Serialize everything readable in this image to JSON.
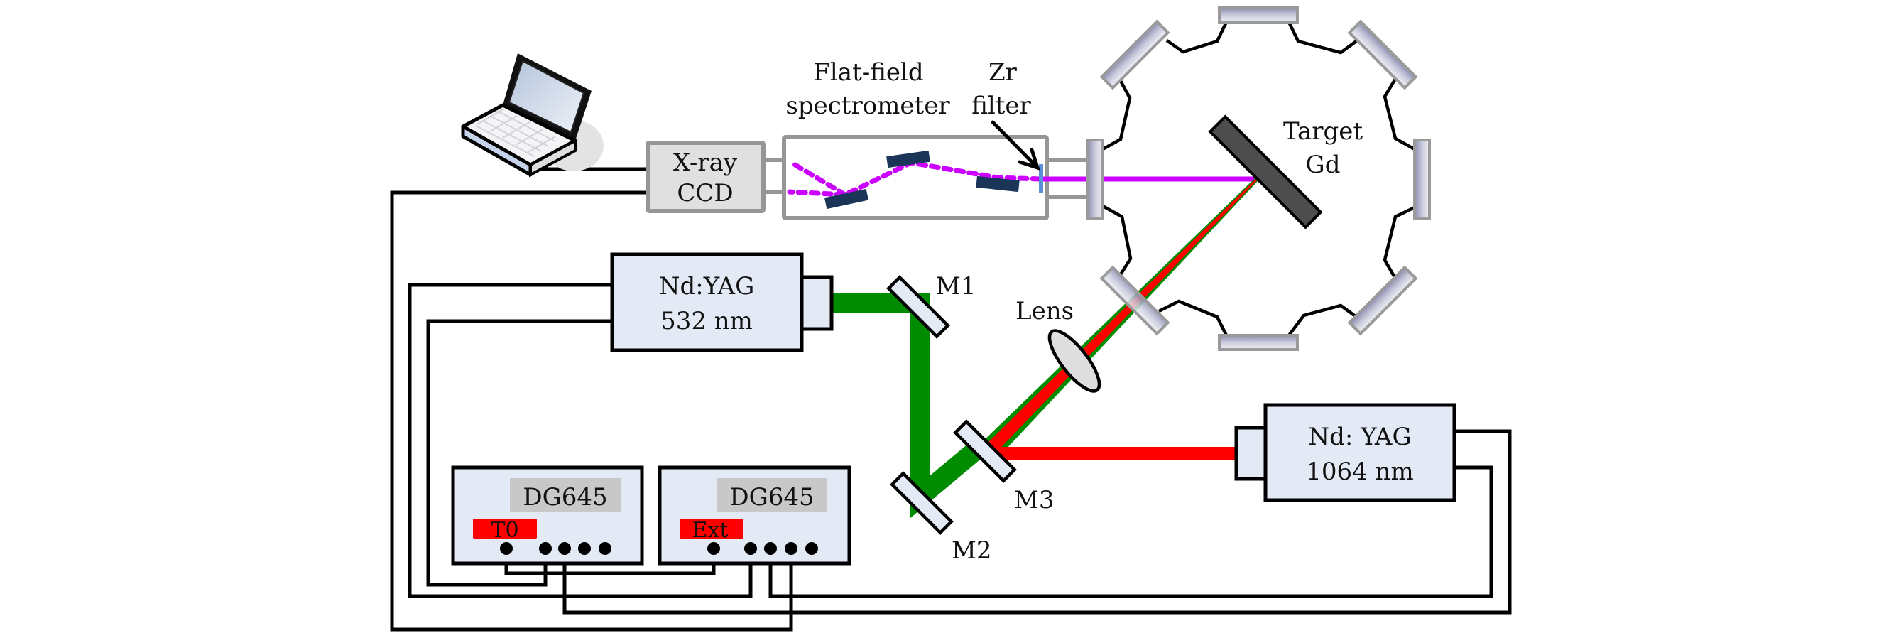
{
  "diagram": {
    "title": "Experimental setup: laser-produced Gd plasma with flat-field X-ray spectrometer",
    "labels": {
      "flat_field_1": "Flat-field",
      "flat_field_2": "spectrometer",
      "zr_1": "Zr",
      "zr_2": "filter",
      "ccd_1": "X-ray",
      "ccd_2": "CCD",
      "target_1": "Target",
      "target_2": "Gd",
      "laser532_1": "Nd:YAG",
      "laser532_2": "532 nm",
      "laser1064_1": "Nd: YAG",
      "laser1064_2": "1064 nm",
      "m1": "M1",
      "m2": "M2",
      "m3": "M3",
      "lens": "Lens",
      "dg1": "DG645",
      "dg2": "DG645",
      "t0": "T0",
      "ext": "Ext"
    },
    "components": [
      {
        "id": "laptop",
        "name": "Computer"
      },
      {
        "id": "ccd",
        "name": "X-ray CCD"
      },
      {
        "id": "spectrometer",
        "name": "Flat-field spectrometer"
      },
      {
        "id": "zr-filter",
        "name": "Zr filter"
      },
      {
        "id": "chamber",
        "name": "Target chamber"
      },
      {
        "id": "target",
        "name": "Target Gd"
      },
      {
        "id": "laser-532",
        "name": "Nd:YAG 532 nm"
      },
      {
        "id": "laser-1064",
        "name": "Nd: YAG 1064 nm"
      },
      {
        "id": "dg645-1",
        "name": "DG645 (T0)"
      },
      {
        "id": "dg645-2",
        "name": "DG645 (Ext)"
      }
    ],
    "beams": {
      "green_532": "#008c00",
      "red_1064": "#ff0000",
      "xray": "#cc00ff"
    },
    "colors": {
      "box_fill": "#e4eaf5",
      "label_fill": "#c8c8c8",
      "port_label": "#ff0000",
      "grating": "#1b3558",
      "filter": "#5b8fd9",
      "target": "#4d4d4d"
    }
  }
}
